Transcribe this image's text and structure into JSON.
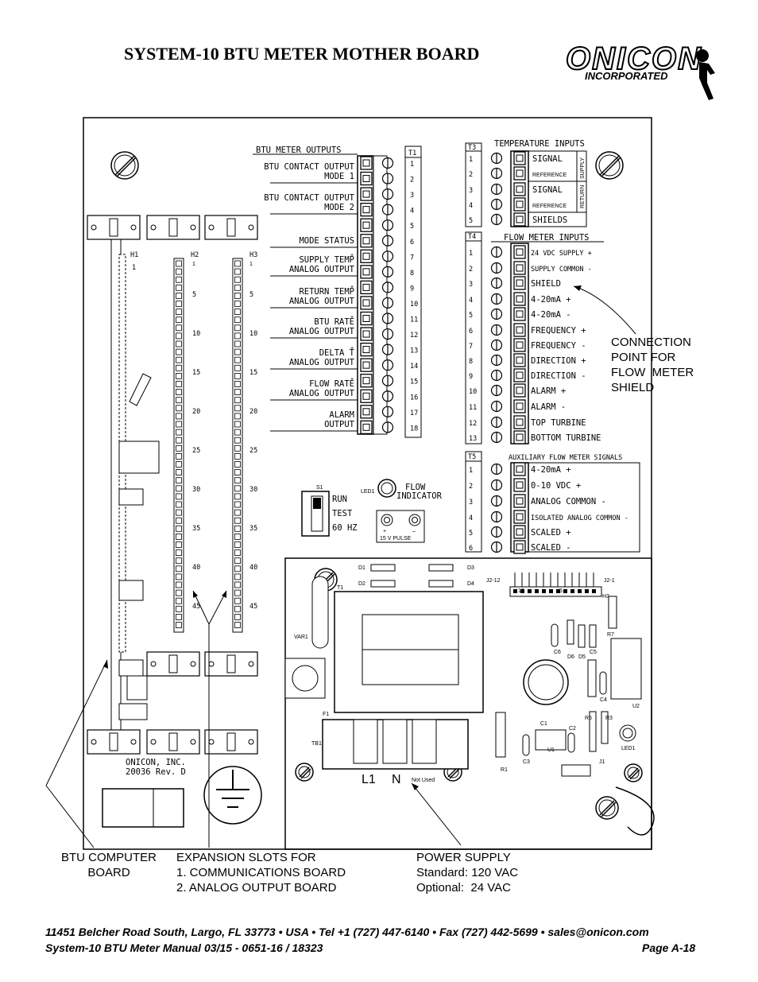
{
  "header": {
    "title": "SYSTEM-10 BTU METER MOTHER BOARD",
    "logo_name": "ONICON",
    "logo_sub": "INCORPORATED"
  },
  "t1": {
    "label": "T1",
    "heading": "BTU METER OUTPUTS",
    "rows": [
      "1",
      "2",
      "3",
      "4",
      "5",
      "6",
      "7",
      "8",
      "9",
      "10",
      "11",
      "12",
      "13",
      "14",
      "15",
      "16",
      "17",
      "18"
    ],
    "outputs": [
      {
        "line1": "BTU CONTACT OUTPUT",
        "line2": "MODE 1"
      },
      {
        "line1": "BTU CONTACT OUTPUT",
        "line2": "MODE 2"
      },
      {
        "line1": "",
        "line2": "MODE STATUS"
      },
      {
        "line1": "SUPPLY TEMP",
        "line2": "ANALOG OUTPUT"
      },
      {
        "line1": "RETURN TEMP",
        "line2": "ANALOG OUTPUT"
      },
      {
        "line1": "BTU RATE",
        "line2": "ANALOG OUTPUT"
      },
      {
        "line1": "DELTA T",
        "line2": "ANALOG OUTPUT"
      },
      {
        "line1": "FLOW RATE",
        "line2": "ANALOG OUTPUT"
      },
      {
        "line1": "ALARM",
        "line2": "OUTPUT"
      }
    ]
  },
  "t3": {
    "label": "T3",
    "heading": "TEMPERATURE INPUTS",
    "rows": [
      "1",
      "2",
      "3",
      "4",
      "5"
    ],
    "terminals": [
      "SIGNAL",
      "REFERENCE",
      "SIGNAL",
      "REFERENCE",
      "SHIELDS"
    ],
    "side_supply": "SUPPLY",
    "side_return": "RETURN"
  },
  "t4": {
    "label": "T4",
    "heading": "FLOW METER INPUTS",
    "rows": [
      "1",
      "2",
      "3",
      "4",
      "5",
      "6",
      "7",
      "8",
      "9",
      "10",
      "11",
      "12",
      "13"
    ],
    "terminals": [
      "24 VDC SUPPLY +",
      "SUPPLY COMMON -",
      "SHIELD",
      "4-20mA +",
      "4-20mA -",
      "FREQUENCY +",
      "FREQUENCY -",
      "DIRECTION +",
      "DIRECTION -",
      "ALARM +",
      "ALARM -",
      "TOP TURBINE",
      "BOTTOM TURBINE"
    ]
  },
  "t5": {
    "label": "T5",
    "heading": "AUXILIARY FLOW METER SIGNALS",
    "rows": [
      "1",
      "2",
      "3",
      "4",
      "5",
      "6"
    ],
    "terminals": [
      "4-20mA +",
      "0-10 VDC +",
      "ANALOG COMMON -",
      "ISOLATED ANALOG COMMON -",
      "SCALED +",
      "SCALED -"
    ]
  },
  "headers": {
    "h1": "H1",
    "h2": "H2",
    "h3": "H3",
    "h1_first": "1",
    "pin_numbers": [
      "1",
      "5",
      "10",
      "15",
      "20",
      "25",
      "30",
      "35",
      "40",
      "45"
    ]
  },
  "switch": {
    "label": "S1",
    "options": [
      "RUN",
      "TEST",
      "60 HZ"
    ]
  },
  "flow_indicator": {
    "led": "LED1",
    "label_line1": "FLOW",
    "label_line2": "INDICATOR",
    "plus": "+",
    "minus": "–",
    "pulse": "15 V PULSE"
  },
  "board_marking": {
    "line1": "ONICON, INC.",
    "line2": "20036 Rev. D"
  },
  "power_board": {
    "d1": "D1",
    "d2": "D2",
    "d3": "D3",
    "d4": "D4",
    "t1": "T1",
    "var1": "VAR1",
    "f1": "F1",
    "tb1": "TB1",
    "j2_12": "J2-12",
    "j2_1": "J2-1",
    "j2_numbers": [
      "10",
      "5"
    ],
    "h3": "H3",
    "r7": "R7",
    "u2": "U2",
    "u1": "U1",
    "c1": "C1",
    "c2": "C2",
    "c3": "C3",
    "c4": "C4",
    "c5": "C5",
    "c6": "C6",
    "d5": "D5",
    "d6": "D6",
    "r1": "R1",
    "r3": "R3",
    "r5": "R5",
    "j1": "J1",
    "led1": "LED1",
    "l1": "L1",
    "n": "N",
    "not_used": "Not Used"
  },
  "callouts": {
    "shield": [
      "CONNECTION",
      "POINT FOR",
      "FLOW  METER",
      "SHIELD"
    ],
    "btu_computer": [
      "BTU COMPUTER",
      "BOARD"
    ],
    "expansion": [
      "EXPANSION SLOTS FOR",
      "1. COMMUNICATIONS BOARD",
      "2. ANALOG OUTPUT BOARD"
    ],
    "power_supply": [
      "POWER SUPPLY",
      "Standard: 120 VAC",
      "Optional:  24 VAC"
    ]
  },
  "footer": {
    "line1": "11451 Belcher Road South, Largo, FL 33773 • USA • Tel +1 (727) 447-6140 • Fax (727) 442-5699 • sales@onicon.com",
    "line2_left": "System-10 BTU Meter Manual 03/15 - 0651-16 / 18323",
    "line2_right": "Page      A-18"
  }
}
